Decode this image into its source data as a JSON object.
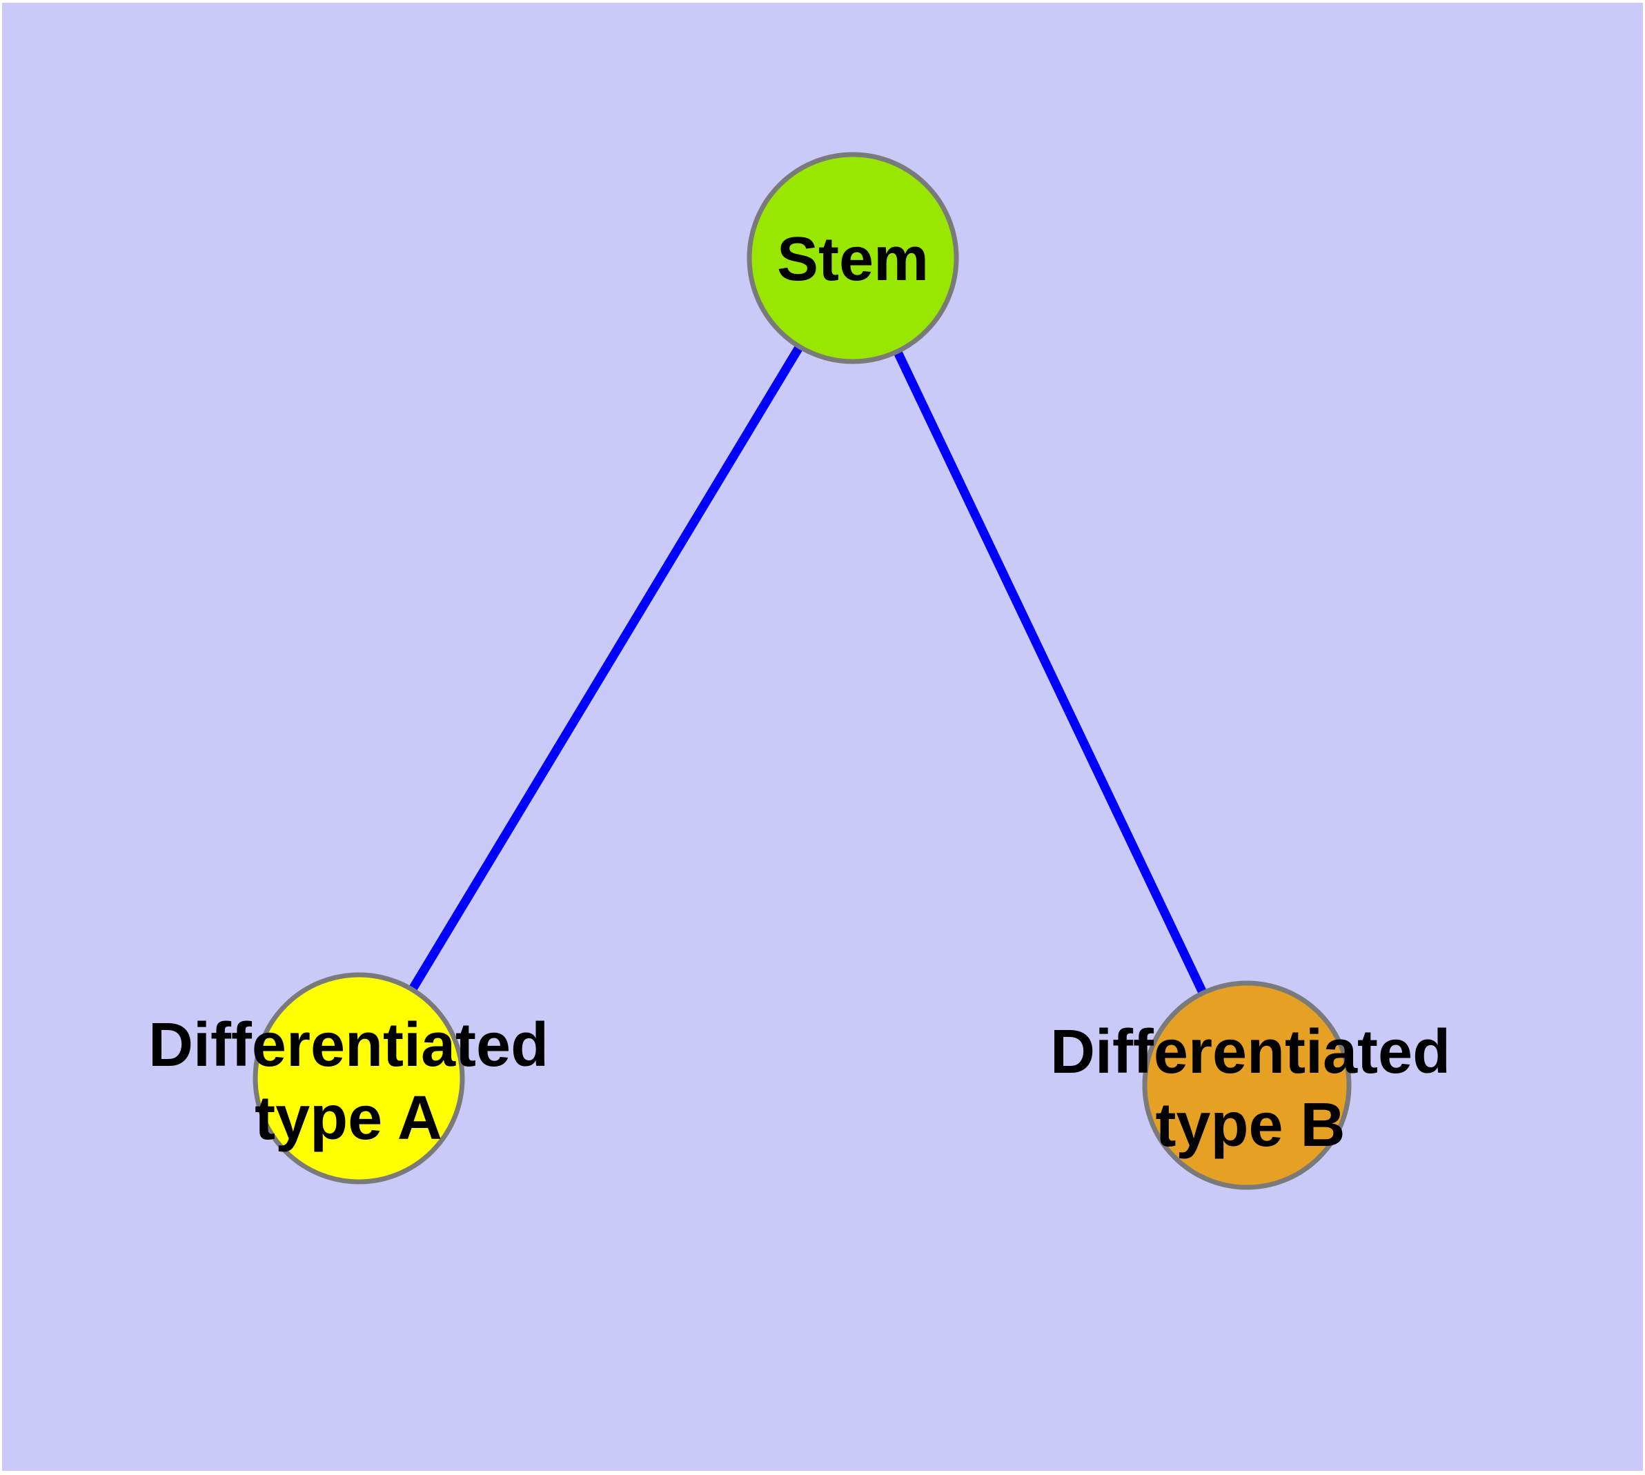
{
  "diagram": {
    "background_color": "#CACAF8",
    "page_margin_color": "#FFFFFF",
    "edge_color": "#0000FF",
    "node_border_color": "#7A7A7A",
    "text_color": "#000000",
    "nodes": {
      "stem": {
        "label": "Stem",
        "color": "#99E600"
      },
      "type_a": {
        "label": "Differentiated\ntype A",
        "color": "#FFFF00"
      },
      "type_b": {
        "label": "Differentiated\ntype B",
        "color": "#E6A023"
      }
    },
    "edges": [
      {
        "from": "Stem",
        "to": "Differentiated type A"
      },
      {
        "from": "Stem",
        "to": "Differentiated type B"
      }
    ]
  }
}
